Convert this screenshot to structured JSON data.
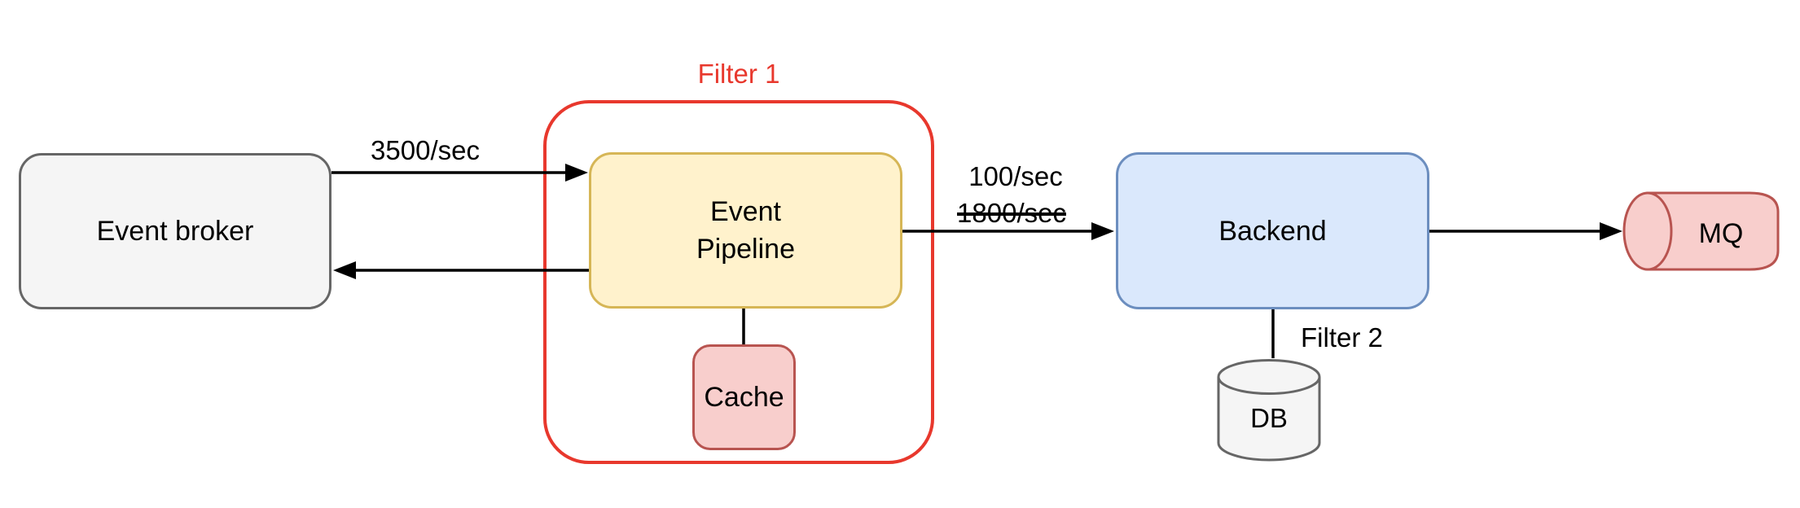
{
  "diagram": {
    "title": "Event pipeline filtering diagram",
    "background_color": "#ffffff",
    "nodes": {
      "event_broker": {
        "label": "Event broker",
        "fill": "#f5f5f5",
        "stroke": "#666666",
        "shape": "rounded-rectangle"
      },
      "event_pipeline": {
        "label": "Event Pipeline",
        "label_line1": "Event",
        "label_line2": "Pipeline",
        "fill": "#fff2cc",
        "stroke": "#d6b656",
        "shape": "rounded-rectangle"
      },
      "cache": {
        "label": "Cache",
        "fill": "#f8cecc",
        "stroke": "#b85450",
        "shape": "rounded-rectangle"
      },
      "backend": {
        "label": "Backend",
        "fill": "#dae8fc",
        "stroke": "#6c8ebf",
        "shape": "rounded-rectangle"
      },
      "db": {
        "label": "DB",
        "fill": "#f5f5f5",
        "stroke": "#666666",
        "shape": "cylinder-vertical"
      },
      "mq": {
        "label": "MQ",
        "fill": "#f8cecc",
        "stroke": "#b85450",
        "shape": "cylinder-horizontal"
      }
    },
    "groups": {
      "filter1": {
        "label": "Filter 1",
        "stroke": "#e8382d",
        "contains": [
          "event_pipeline",
          "cache"
        ]
      }
    },
    "edges": [
      {
        "from": "event_broker",
        "to": "event_pipeline",
        "label": "3500/sec",
        "direction": "right"
      },
      {
        "from": "event_pipeline",
        "to": "event_broker",
        "label": "",
        "direction": "left"
      },
      {
        "from": "event_pipeline",
        "to": "backend",
        "label_current": "100/sec",
        "label_crossed_out": "1800/sec",
        "direction": "right"
      },
      {
        "from": "event_pipeline",
        "to": "cache",
        "label": "",
        "direction": "down-plain-line"
      },
      {
        "from": "backend",
        "to": "db",
        "label": "Filter 2",
        "direction": "down-plain-line"
      },
      {
        "from": "backend",
        "to": "mq",
        "label": "",
        "direction": "right"
      }
    ],
    "labels": {
      "filter1": "Filter 1",
      "filter2": "Filter 2",
      "rate_in": "3500/sec",
      "rate_out_current": "100/sec",
      "rate_out_old": "1800/sec"
    }
  }
}
